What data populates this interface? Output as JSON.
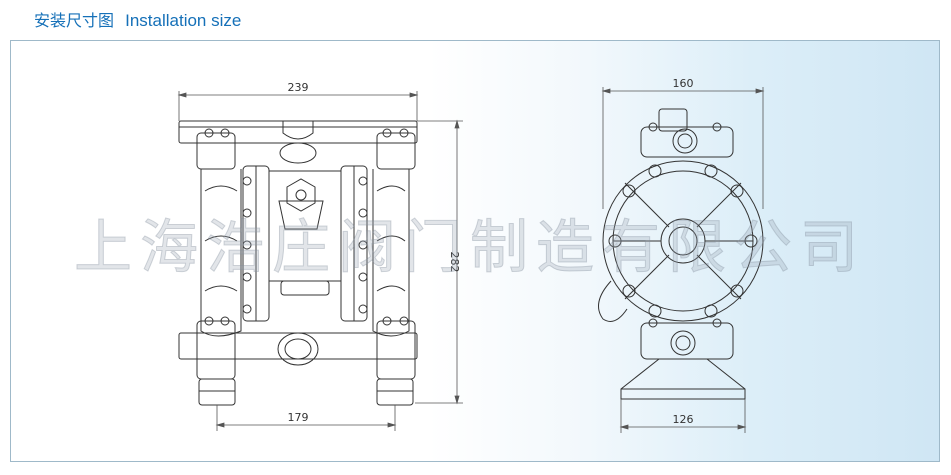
{
  "header": {
    "title_cn": "安装尺寸图",
    "title_en": "Installation size"
  },
  "front_view": {
    "width_top": "239",
    "height": "282",
    "width_bottom": "179"
  },
  "side_view": {
    "width_top": "160",
    "width_bottom": "126"
  },
  "watermark": "上海浩庄阀门制造有限公司",
  "colors": {
    "title": "#1570b8",
    "line": "#333333",
    "panel_border": "#9fb9c9"
  }
}
